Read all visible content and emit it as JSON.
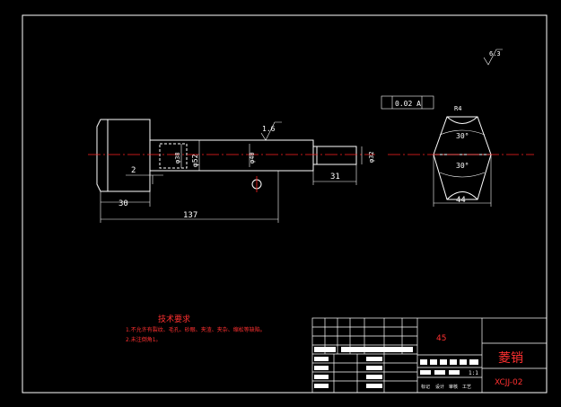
{
  "drawing": {
    "title": "菱销",
    "drawing_number": "XCJJ-02",
    "material": "45",
    "scale": "1:1"
  },
  "dimensions": {
    "length_30": "30",
    "length_137": "137",
    "length_31": "31",
    "chamfer_2": "2",
    "dia_52": "φ52",
    "dia_40": "φ40",
    "dia_38": "φ38",
    "dia_32": "φ32",
    "roughness_1_6": "1.6",
    "roughness_6_3": "6.3",
    "width_44": "44",
    "angle_30_top": "30°",
    "angle_30_mid": "30°",
    "radius_4": "R4",
    "tolerance_frame": "0.02 A"
  },
  "notes": {
    "heading": "技术要求",
    "line1": "1.不允许有裂纹、毛孔、砂眼、夹渣、夹杂、缩松等缺陷。",
    "line2": "2.未注倒角1。"
  },
  "title_block_labels": {
    "row_a": "标记",
    "row_b": "设计",
    "row_c": "审核",
    "row_d": "工艺"
  }
}
